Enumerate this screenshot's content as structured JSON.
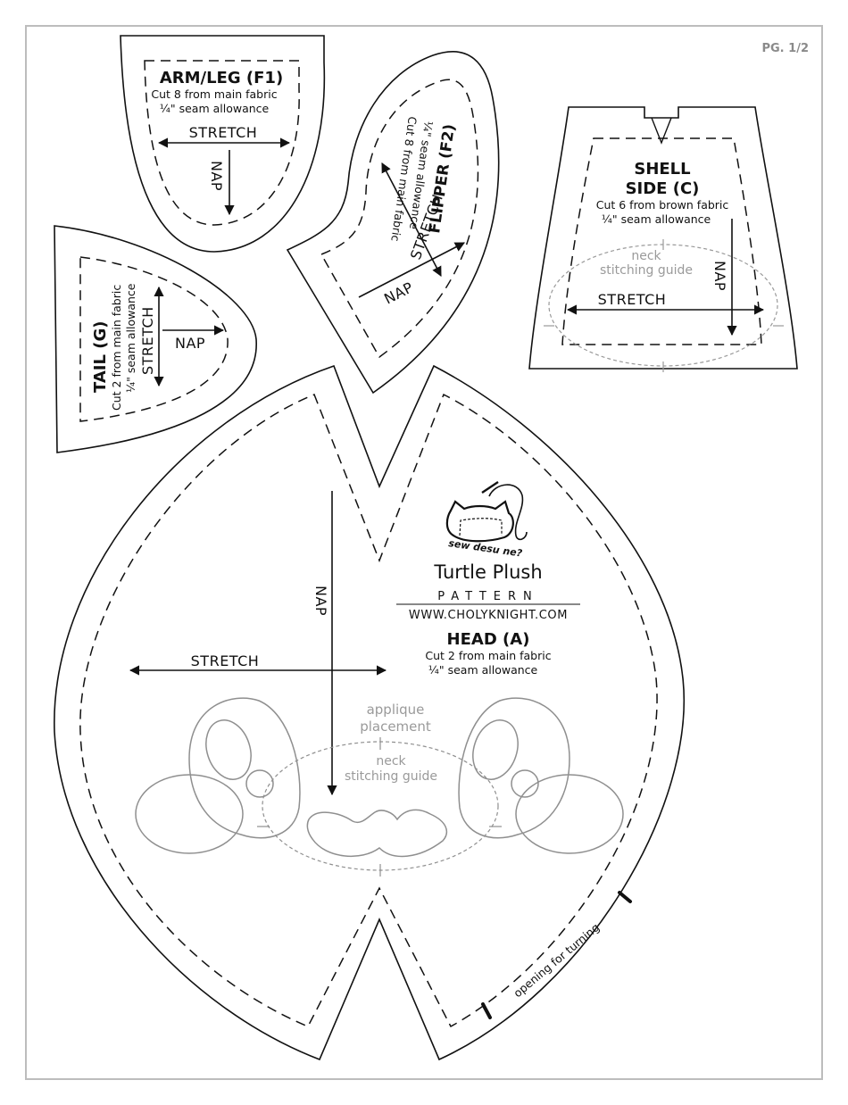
{
  "page_number": "PG. 1/2",
  "pieces": {
    "arm_leg": {
      "title": "ARM/LEG (F1)",
      "line1": "Cut 8 from main fabric",
      "line2": "¼\" seam allowance",
      "stretch": "STRETCH",
      "nap": "NAP"
    },
    "flipper": {
      "title": "FLIPPER (F2)",
      "line1": "Cut 8 from main fabric",
      "line2": "¼\" seam allowance",
      "stretch": "STRETCH",
      "nap": "NAP"
    },
    "shell_side": {
      "title_line1": "SHELL",
      "title_line2": "SIDE (C)",
      "line1": "Cut 6 from brown fabric",
      "line2": "¼\" seam allowance",
      "neck_line1": "neck",
      "neck_line2": "stitching guide",
      "stretch": "STRETCH",
      "nap": "NAP"
    },
    "tail": {
      "title": "TAIL (G)",
      "line1": "Cut 2 from main fabric",
      "line2": "¼\" seam allowance",
      "stretch": "STRETCH",
      "nap": "NAP"
    },
    "head": {
      "title": "HEAD (A)",
      "line1": "Cut 2 from main fabric",
      "line2": "¼\" seam allowance",
      "stretch": "STRETCH",
      "nap": "NAP",
      "applique_line1": "applique",
      "applique_line2": "placement",
      "neck_line1": "neck",
      "neck_line2": "stitching guide",
      "opening": "opening for turning"
    }
  },
  "brand": {
    "logo_text": "sew desu ne?",
    "name": "Turtle Plush",
    "pattern": "PATTERN",
    "website": "WWW.CHOLYKNIGHT.COM"
  }
}
